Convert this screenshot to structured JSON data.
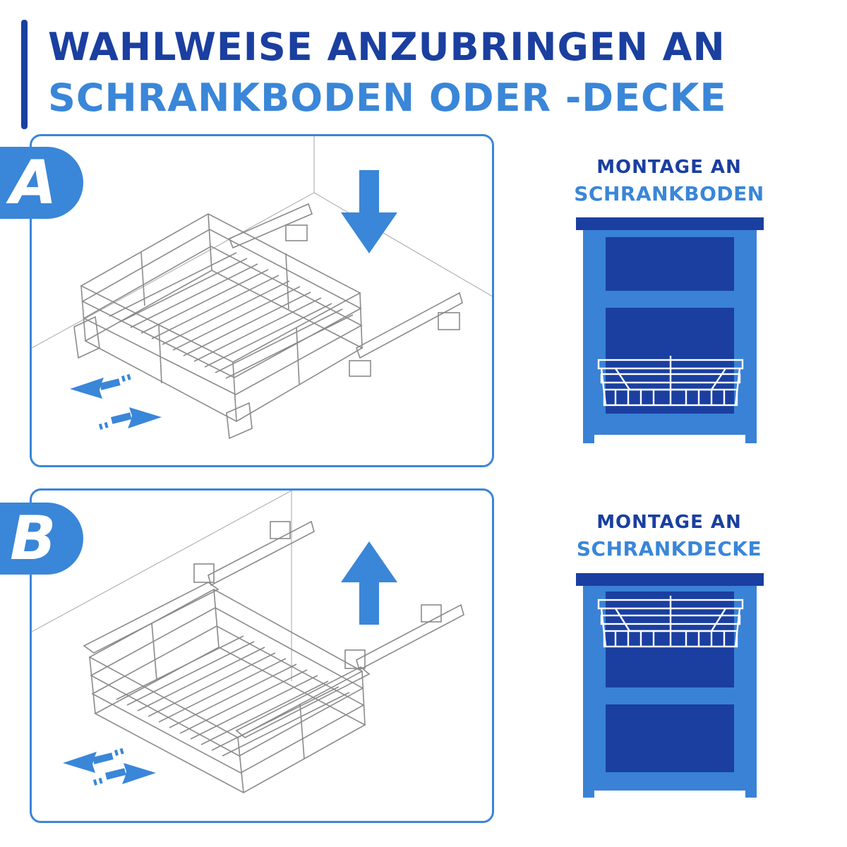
{
  "header": {
    "line1": "WAHLWEISE ANZUBRINGEN AN",
    "line2": "SCHRANKBODEN ODER -DECKE"
  },
  "options": [
    {
      "letter": "A",
      "caption_line1": "MONTAGE AN",
      "caption_line2": "SCHRANKBODEN",
      "mount": "floor",
      "arrow_direction": "down",
      "arrow_icon": "arrow-down-icon"
    },
    {
      "letter": "B",
      "caption_line1": "MONTAGE AN",
      "caption_line2": "SCHRANKDECKE",
      "mount": "ceiling",
      "arrow_direction": "up",
      "arrow_icon": "arrow-up-icon"
    }
  ],
  "colors": {
    "dark_blue": "#1a3fa0",
    "light_blue": "#3a86d8",
    "cabinet_blue": "#3a82d6",
    "line_gray": "#888888"
  }
}
